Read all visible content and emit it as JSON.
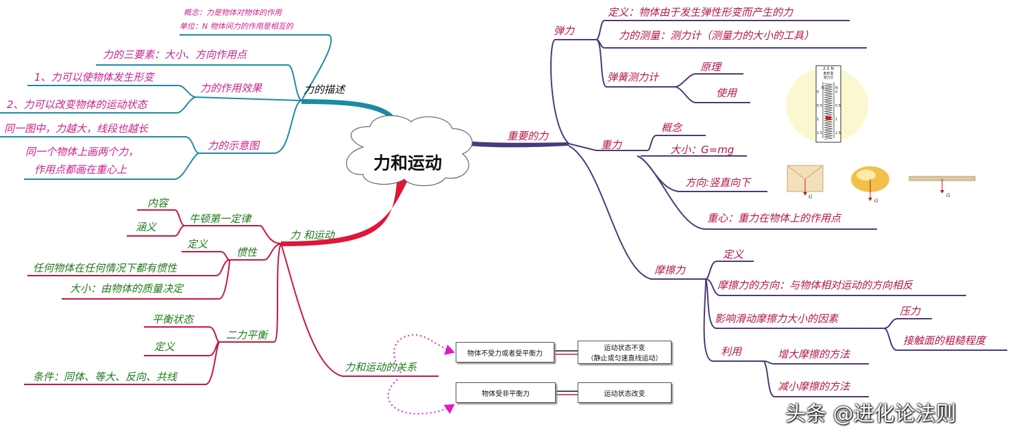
{
  "center": "力和运动",
  "watermark": "头条 @进化论法则",
  "left_top": {
    "branch": "力的描述",
    "note_concept": "概念：力是物体对物体的作用",
    "note_unit": "单位：N 物体间力的作用是相互的",
    "three_elements": "力的三要素：大小、方向作用点",
    "effect": "力的作用效果",
    "effect_1": "1、力可以使物体发生形变",
    "effect_2": "2、力可以改变物体的运动状态",
    "diagram": "力的示意图",
    "diagram_1": "同一图中，力越大，线段也越长",
    "diagram_2a": "同一个物体上画两个力，",
    "diagram_2b": "作用点都画在重心上"
  },
  "left_bottom": {
    "branch": "力 和运动",
    "newton": "牛顿第一定律",
    "newton_content": "内容",
    "newton_meaning": "涵义",
    "inertia": "惯性",
    "inertia_def": "定义",
    "inertia_all": "任何物体在任何情况下都有惯性",
    "inertia_size": "大小：由物体的质量决定",
    "balance": "二力平衡",
    "balance_state": "平衡状态",
    "balance_def": "定义",
    "balance_cond": "条件：同体、等大、反向、共线",
    "relation": "力和运动的关系",
    "box1_left": "物体不受力或者受平衡力",
    "box1_right_1": "运动状态不变",
    "box1_right_2": "（静止或匀速直线运动）",
    "box2_left": "物体受非平衡力",
    "box2_right": "运动状态改变"
  },
  "right": {
    "branch": "重要的力",
    "elastic": "弹力",
    "elastic_def": "定义：物体由于发生弹性形变而产生的力",
    "elastic_measure": "力的测量：测力计（测量力的大小的工具）",
    "spring_meter": "弹簧测力计",
    "principle": "原理",
    "use": "使用",
    "gravity": "重力",
    "gravity_concept": "概念",
    "gravity_size": "大小：G=mg",
    "gravity_dir": "方向:竖直向下",
    "gravity_center": "重心：重力在物体上的作用点",
    "friction": "摩擦力",
    "friction_def": "定义",
    "friction_dir": "摩擦力的方向：与物体相对运动的方向相反",
    "friction_factors": "影响滑动摩擦力大小的因素",
    "pressure": "压力",
    "roughness": "接触面的粗糙程度",
    "use2": "利用",
    "increase": "增大摩擦的方法",
    "decrease": "减小摩擦的方法"
  },
  "images": {
    "meter_top": "2.5 N",
    "meter_sub1": "条形盒",
    "meter_sub2": "测力计",
    "meter_ticks": [
      "0",
      "0.5",
      "1",
      "1.5"
    ],
    "meter_unit": "N",
    "g_label": "G"
  },
  "colors": {
    "teal": "#1a8aa6",
    "red": "#e0153a",
    "purple": "#4a3a7a",
    "green_text": "#1f7a1a",
    "magenta_text": "#cc1f8a",
    "dotted": "#e01ac8"
  }
}
